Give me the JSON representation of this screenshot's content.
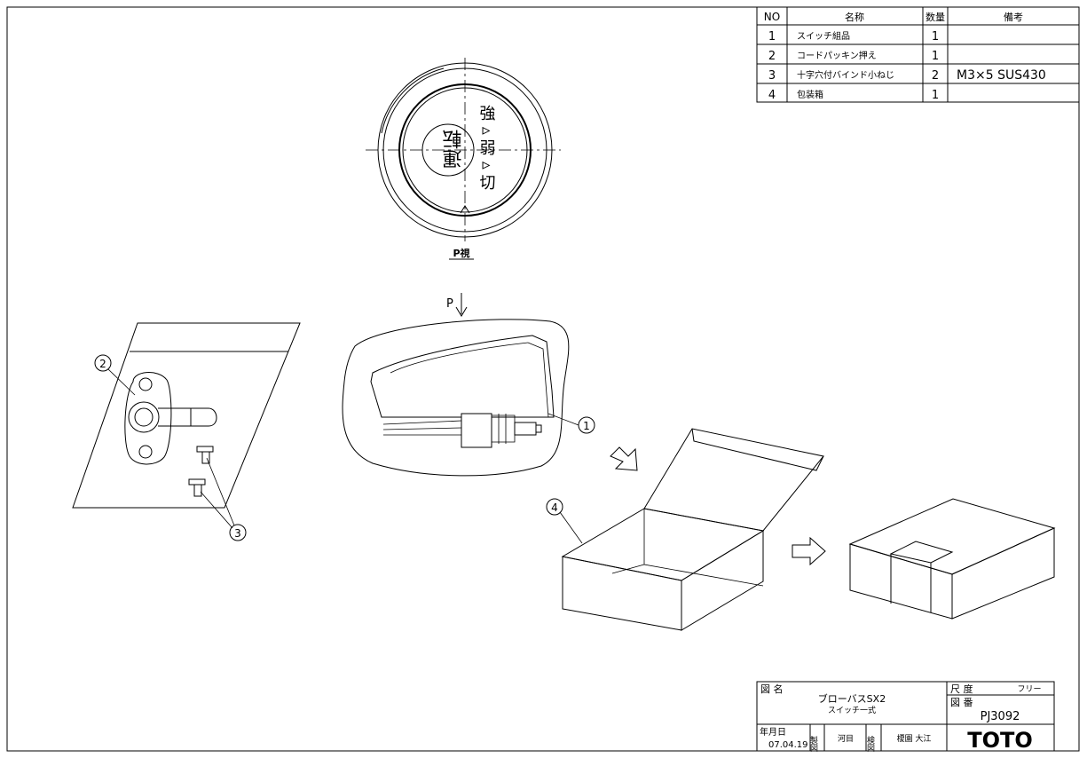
{
  "parts_table": {
    "headers": {
      "no": "NO",
      "name": "名称",
      "qty": "数量",
      "remarks": "備考"
    },
    "rows": [
      {
        "no": "1",
        "name": "スイッチ組品",
        "qty": "1",
        "remarks": ""
      },
      {
        "no": "2",
        "name": "コードパッキン押え",
        "qty": "1",
        "remarks": ""
      },
      {
        "no": "3",
        "name": "十字穴付バインド小ねじ",
        "qty": "2",
        "remarks": "M3×5 SUS430"
      },
      {
        "no": "4",
        "name": "包装箱",
        "qty": "1",
        "remarks": ""
      }
    ]
  },
  "p_view": {
    "label": "P視",
    "center_text": "運転",
    "side_text": "強▹弱▹切",
    "arrow_label": "P"
  },
  "callouts": {
    "c1": "1",
    "c2": "2",
    "c3": "3",
    "c4": "4"
  },
  "title_block": {
    "drawing_name_label": "図 名",
    "product_name": "ブローバスSX2",
    "product_subtitle": "スイッチ一式",
    "scale_label": "尺 度",
    "scale_value": "フリー",
    "drawing_no_label": "図 番",
    "drawing_no": "PJ3092",
    "date_label": "年月日",
    "date": "07.04.19",
    "made_by_label": "製図",
    "made_by": "河目",
    "checked_by_label": "検図",
    "checked_by": "榎園 大江",
    "brand": "TOTO"
  }
}
